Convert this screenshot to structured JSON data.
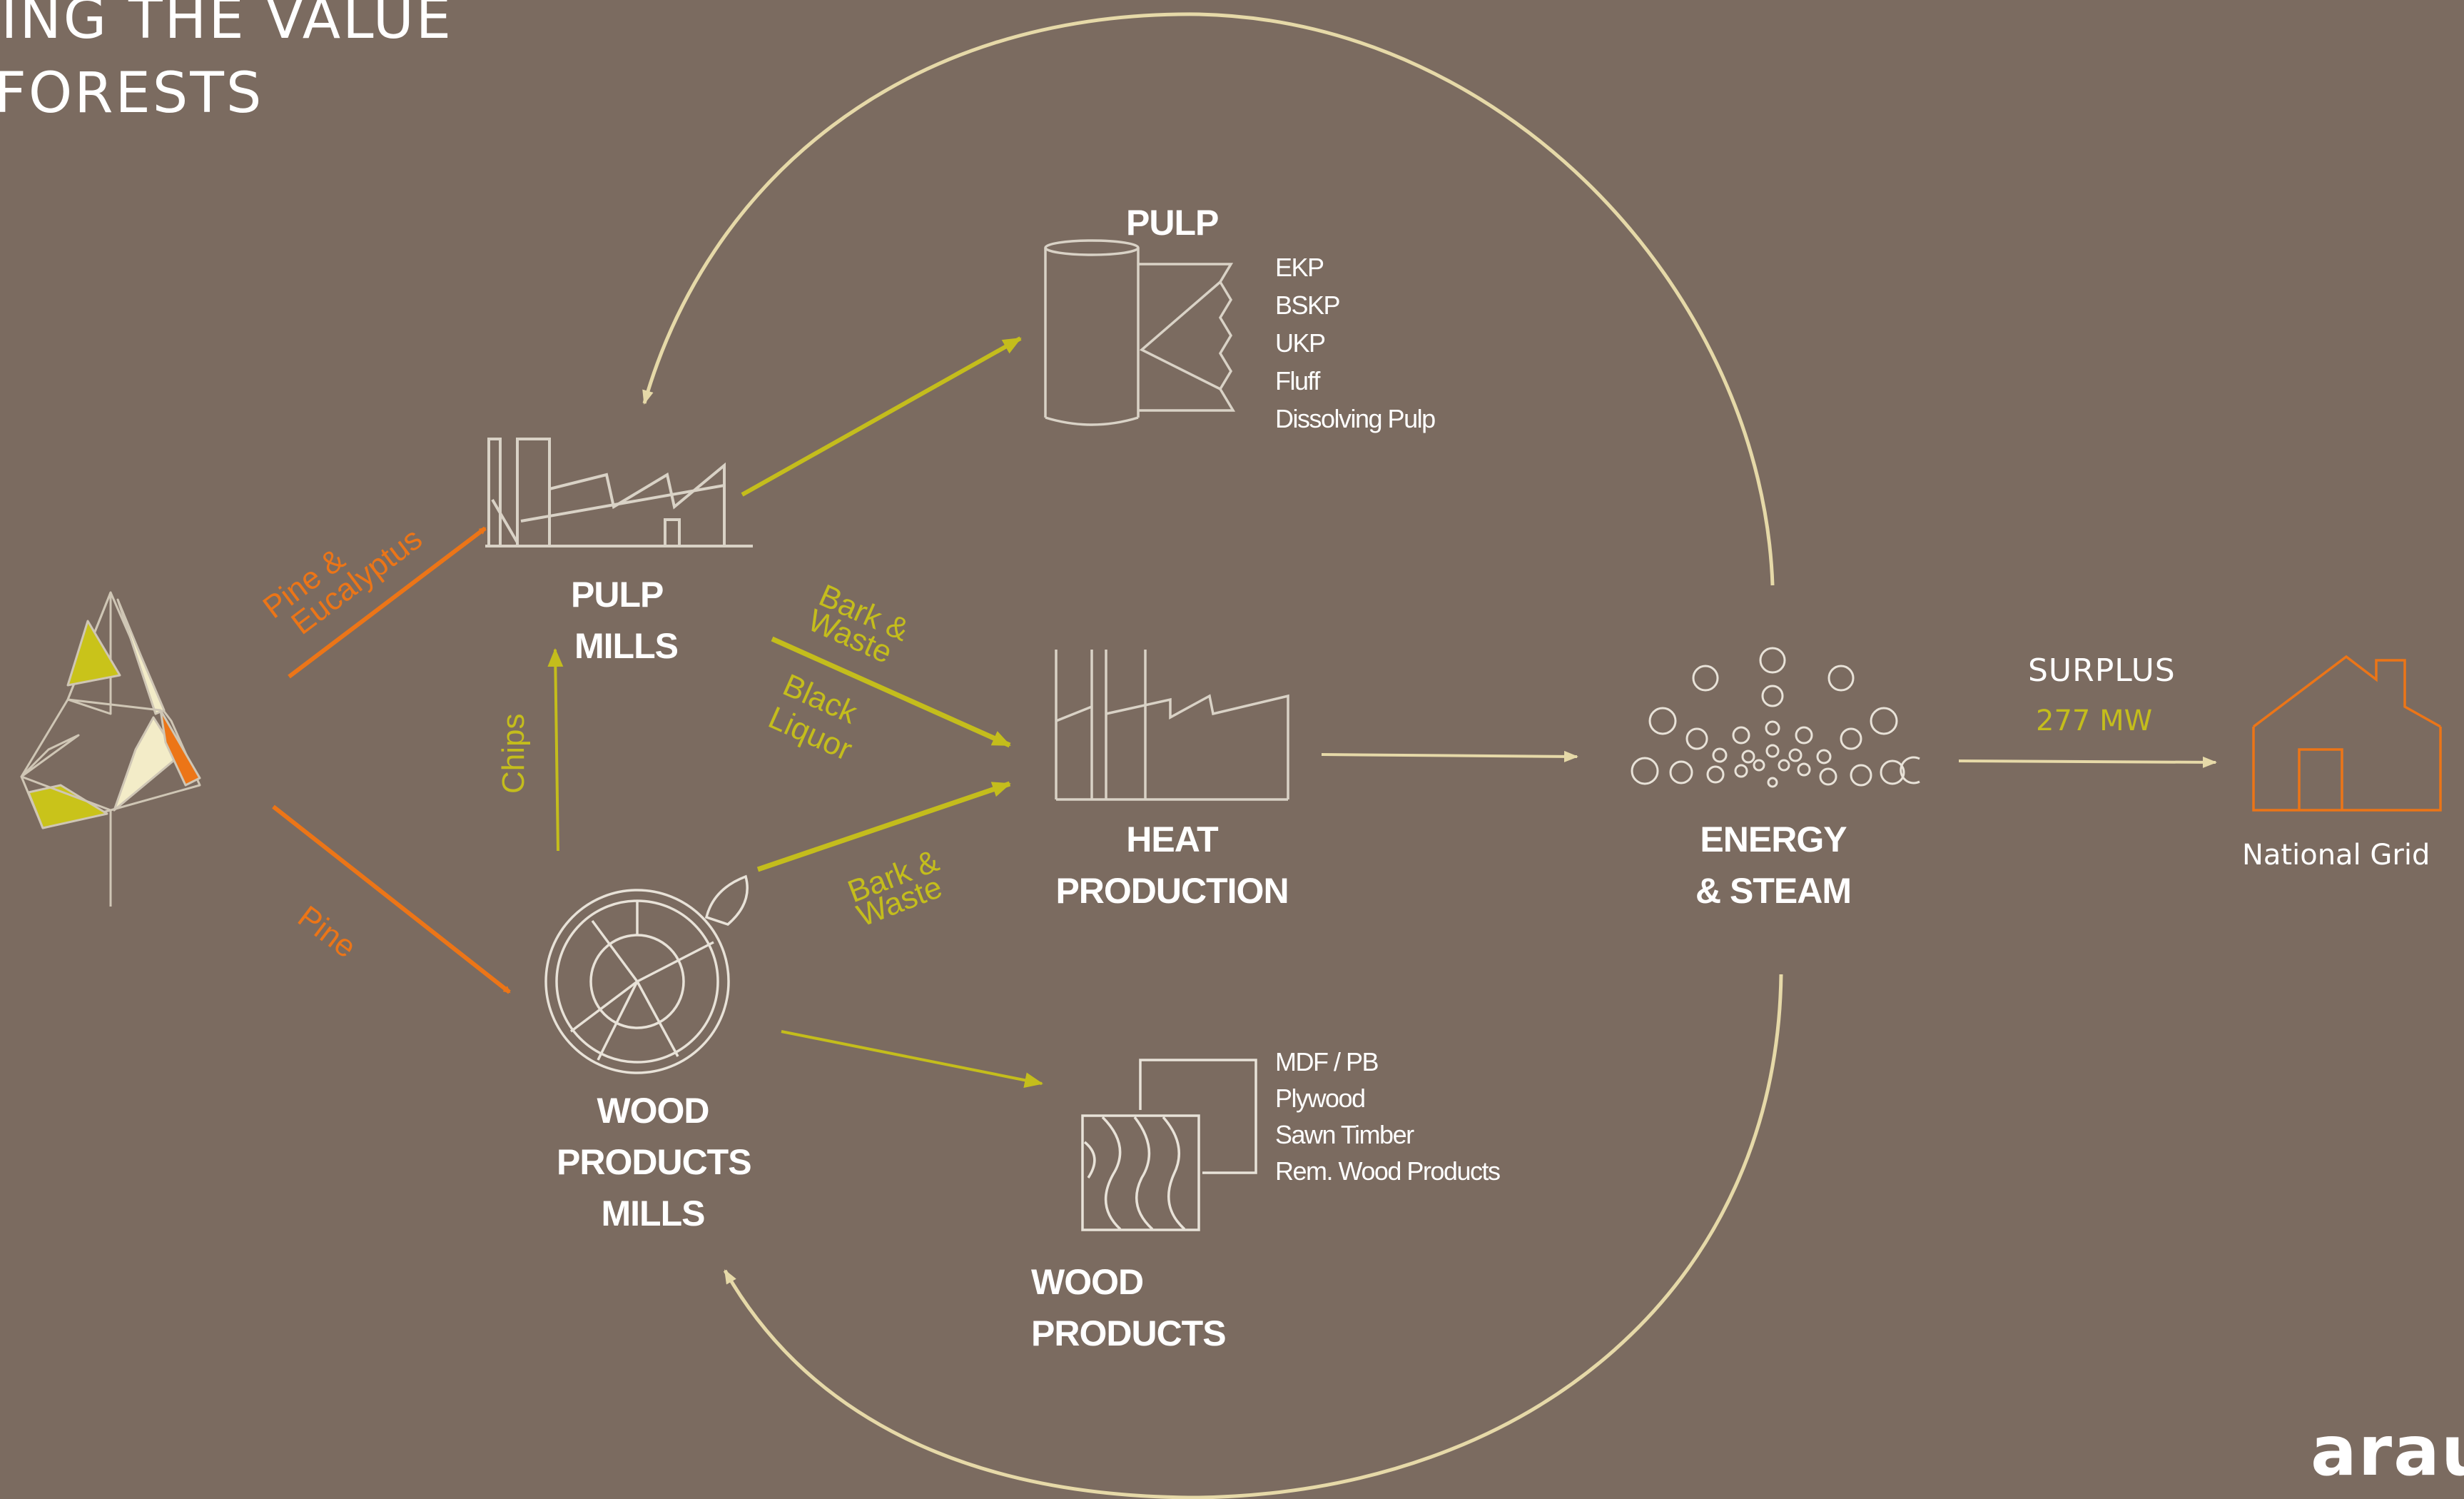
{
  "title": {
    "line1": "ZING THE VALUE",
    "line2": "FORESTS"
  },
  "nodes": {
    "pulp_mills": {
      "line1": "PULP",
      "line2": "MILLS"
    },
    "wood_mills": {
      "line1": "WOOD",
      "line2": "PRODUCTS",
      "line3": "MILLS"
    },
    "pulp": {
      "title": "PULP",
      "items": [
        "EKP",
        "BSKP",
        "UKP",
        "Fluff",
        "Dissolving Pulp"
      ]
    },
    "heat": {
      "line1": "HEAT",
      "line2": "PRODUCTION"
    },
    "energy": {
      "line1": "ENERGY",
      "line2": "& STEAM"
    },
    "wood_products": {
      "line1": "WOOD",
      "line2": "PRODUCTS",
      "items": [
        "MDF / PB",
        "Plywood",
        "Sawn Timber",
        "Rem. Wood Products"
      ]
    },
    "grid": {
      "surplus": "SURPLUS",
      "value": "277 MW",
      "label": "National Grid"
    }
  },
  "flows": {
    "pine_eucalyptus": {
      "line1": "Pine &",
      "line2": "Eucalyptus"
    },
    "pine": "Pine",
    "chips": "Chips",
    "bark_waste_top": {
      "line1": "Bark &",
      "line2": "Waste"
    },
    "black_liquor": {
      "line1": "Black",
      "line2": "Liquor"
    },
    "bark_waste_bottom": {
      "line1": "Bark &",
      "line2": "Waste"
    }
  },
  "brand": {
    "logo_text": "arau"
  },
  "colors": {
    "background": "#7b6b60",
    "orange": "#ec7517",
    "olive": "#c4bd1c",
    "cream": "#e6d9a8",
    "white": "#ffffff"
  }
}
